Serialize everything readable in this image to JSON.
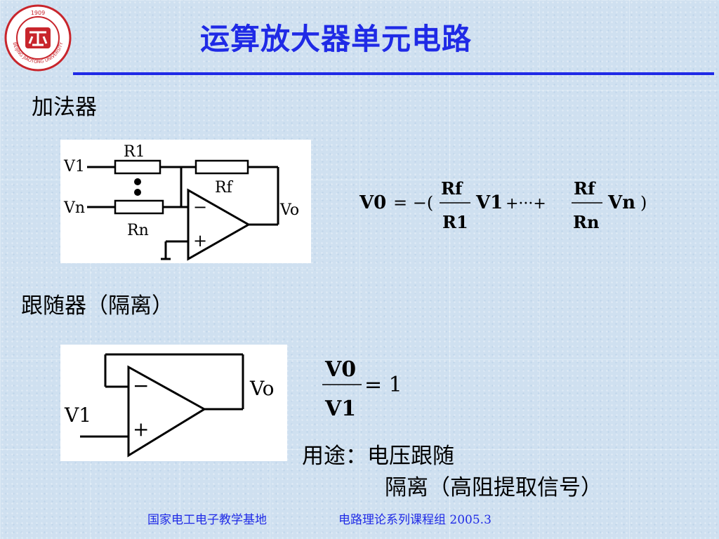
{
  "slide": {
    "title": "运算放大器单元电路",
    "logo": {
      "year": "1909",
      "arc_text": "BEIJING JIAOTONG UNIVERSITY",
      "emblem_color": "#c8252c"
    },
    "colors": {
      "accent": "#1f2ae6",
      "circuit_line": "#000000"
    }
  },
  "adder": {
    "heading": "加法器",
    "circuit_labels": {
      "v1": "V1",
      "vn": "Vn",
      "r1": "R1",
      "rn": "Rn",
      "rf": "Rf",
      "vo": "Vo",
      "minus": "−",
      "plus": "+"
    },
    "formula": {
      "lhs": "V0",
      "equals": "= −(",
      "frac1_num": "Rf",
      "frac1_den": "R1",
      "term1": "V1",
      "middle": "+···+",
      "frac2_num": "Rf",
      "frac2_den": "Rn",
      "term2": "Vn",
      "close": ")"
    }
  },
  "follower": {
    "heading": "跟随器（隔离）",
    "circuit_labels": {
      "vo": "Vo",
      "v1": "V1",
      "minus": "−",
      "plus": "+"
    },
    "formula": {
      "num": "V0",
      "den": "V1",
      "equals": "= 1"
    },
    "usage": {
      "label": "用途：",
      "line1": "电压跟随",
      "line2": "隔离（高阻提取信号）"
    }
  },
  "footer": {
    "left": "国家电工电子教学基地",
    "right": "电路理论系列课程组 2005.3"
  }
}
